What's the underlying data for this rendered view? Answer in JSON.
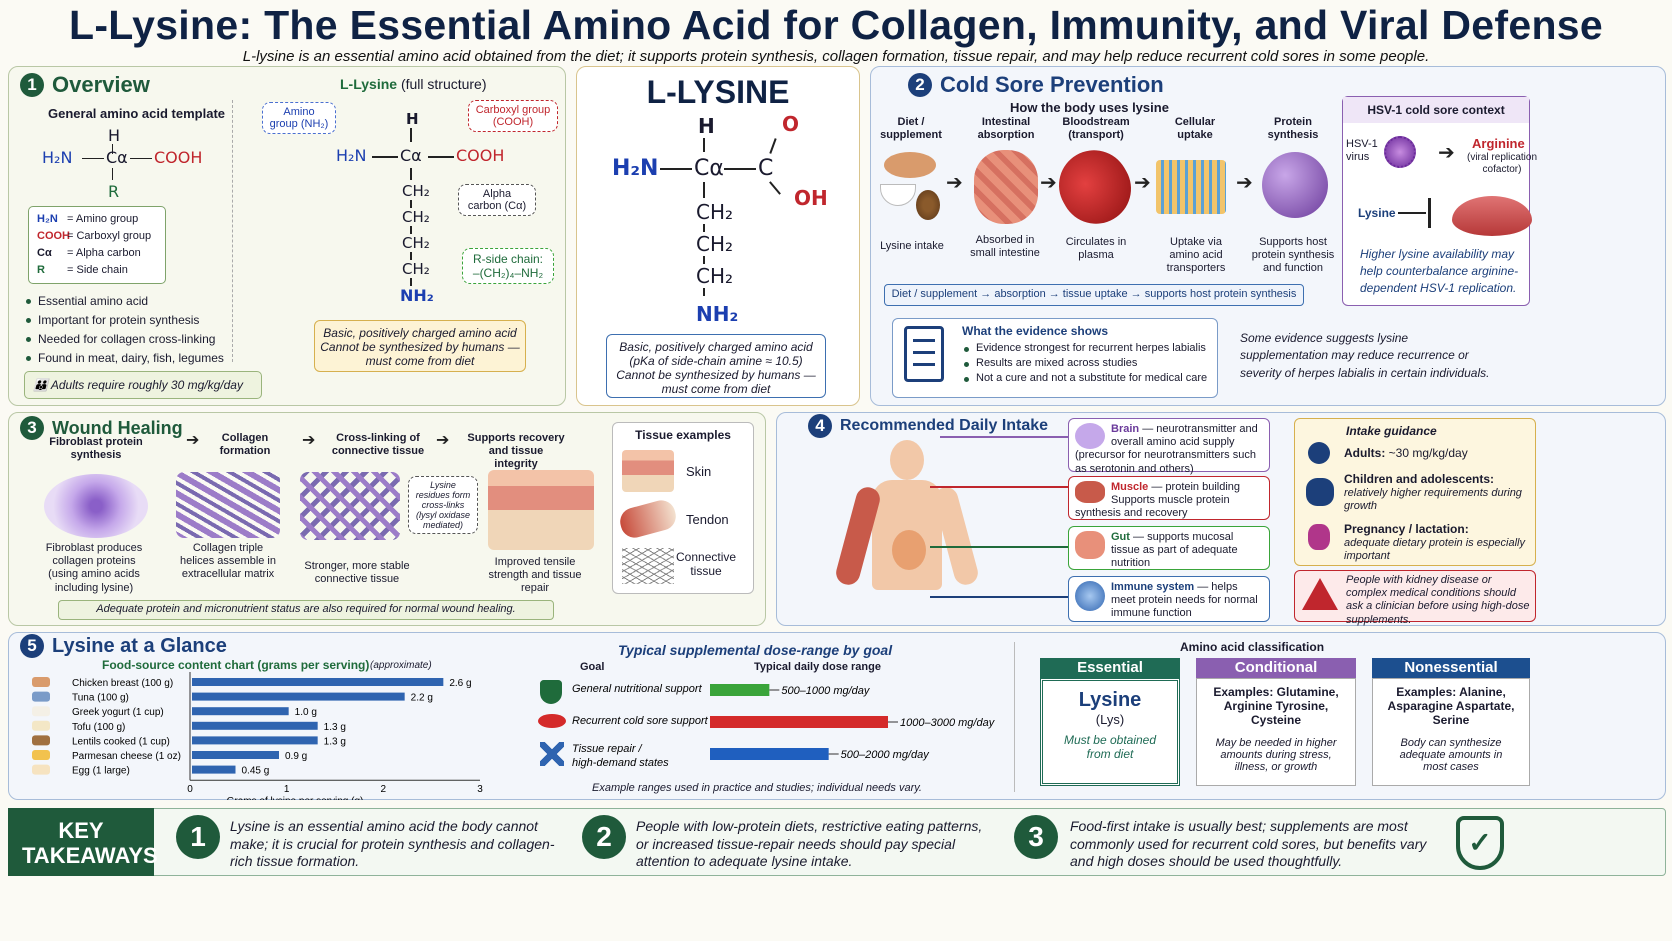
{
  "header": {
    "title": "L-Lysine: The Essential Amino Acid for Collagen, Immunity, and Viral Defense",
    "subtitle": "L-lysine is an essential amino acid obtained from the diet; it supports protein synthesis, collagen formation, tissue repair, and may help reduce recurrent cold sores in some people."
  },
  "overview": {
    "num": "1",
    "title": "Overview",
    "template_title": "General amino acid template",
    "legend": [
      {
        "sym": "H₂N",
        "text": "= Amino group"
      },
      {
        "sym": "COOH",
        "text": "= Carboxyl group"
      },
      {
        "sym": "Cα",
        "text": "= Alpha carbon"
      },
      {
        "sym": "R",
        "text": "= Side chain"
      }
    ],
    "bullets": [
      "Essential amino acid",
      "Important for protein synthesis",
      "Needed for collagen cross-linking",
      "Found in meat, dairy, fish, legumes"
    ],
    "adults_note": "Adults require roughly 30 mg/kg/day",
    "full_title_bold": "L-Lysine",
    "full_title_rest": "(full structure)",
    "amino_label": "Amino group (NH₂)",
    "carboxyl_label": "Carboxyl group (COOH)",
    "alpha_label": "Alpha carbon (Cα)",
    "r_label": "R-side chain: –(CH₂)₄–NH₂",
    "basic_note": "Basic, positively charged amino acid Cannot be synthesized by humans — must come from diet"
  },
  "center": {
    "title": "L-LYSINE",
    "note": "Basic, positively charged amino acid (pKa of side-chain amine ≈ 10.5) Cannot be synthesized by humans — must come from diet"
  },
  "cold_sore": {
    "num": "2",
    "title": "Cold Sore Prevention",
    "flow_title": "How the body uses lysine",
    "steps": [
      {
        "top": "Diet / supplement",
        "bottom": "Lysine intake"
      },
      {
        "top": "Intestinal absorption",
        "bottom": "Absorbed in small intestine"
      },
      {
        "top": "Bloodstream (transport)",
        "bottom": "Circulates in plasma"
      },
      {
        "top": "Cellular uptake",
        "bottom": "Uptake via amino acid transporters"
      },
      {
        "top": "Protein synthesis",
        "bottom": "Supports host protein synthesis and function"
      }
    ],
    "flow_summary": "Diet / supplement → absorption → tissue uptake → supports host protein synthesis",
    "evidence_title": "What the evidence shows",
    "evidence": [
      "Evidence strongest for recurrent herpes labialis",
      "Results are mixed across studies",
      "Not a cure and not a substitute for medical care"
    ],
    "evidence_note": "Some evidence suggests lysine supplementation may reduce recurrence or severity of herpes labialis in certain individuals.",
    "hsv_title": "HSV-1 cold sore context",
    "hsv_virus": "HSV-1 virus",
    "arginine": "Arginine",
    "arginine_sub": "(viral replication cofactor)",
    "lysine": "Lysine",
    "hsv_note": "Higher lysine availability may help counterbalance arginine-dependent HSV-1 replication."
  },
  "wound": {
    "num": "3",
    "title": "Wound Healing",
    "steps": [
      {
        "top": "Fibroblast protein synthesis",
        "bottom": "Fibroblast produces collagen proteins (using amino acids including lysine)"
      },
      {
        "top": "Collagen formation",
        "bottom": "Collagen triple helices assemble in extracellular matrix"
      },
      {
        "top": "Cross-linking of connective tissue",
        "bottom": "Stronger, more stable connective tissue"
      },
      {
        "top": "Supports recovery and tissue integrity",
        "bottom": "Improved tensile strength and tissue repair"
      }
    ],
    "crosslink_note": "Lysine residues form cross-links (lysyl oxidase mediated)",
    "tissue_title": "Tissue examples",
    "tissues": [
      "Skin",
      "Tendon",
      "Connective tissue"
    ],
    "footer": "Adequate protein and micronutrient status are also required for normal wound healing."
  },
  "intake": {
    "num": "4",
    "title": "Recommended Daily Intake",
    "organs": [
      {
        "name": "Brain",
        "text": "— neurotransmitter and overall amino acid supply (precursor for neurotransmitters such as serotonin and others)"
      },
      {
        "name": "Muscle",
        "text": "— protein building Supports muscle protein synthesis and recovery"
      },
      {
        "name": "Gut",
        "text": "— supports mucosal tissue as part of adequate nutrition"
      },
      {
        "name": "Immune system",
        "text": "— helps meet protein needs for normal immune function"
      }
    ],
    "guidance_title": "Intake guidance",
    "guidance": [
      {
        "bold": "Adults:",
        "text": "~30 mg/kg/day"
      },
      {
        "bold": "Children and adolescents:",
        "text": "relatively higher requirements during growth"
      },
      {
        "bold": "Pregnancy / lactation:",
        "text": "adequate dietary protein is especially important"
      }
    ],
    "warning": "People with kidney disease or complex medical conditions should ask a clinician before using high-dose supplements."
  },
  "glance": {
    "num": "5",
    "title": "Lysine at a Glance",
    "food_chart_title": "Food-source content chart (grams per serving)",
    "food_chart_note": "(approximate)",
    "dose_title": "Typical supplemental dose-range by goal",
    "dose_col_goal": "Goal",
    "dose_col_range": "Typical daily dose range",
    "dose_footer": "Example ranges used in practice and studies; individual needs vary.",
    "class_title": "Amino acid classification",
    "classes": [
      {
        "header": "Essential",
        "body_bold": "Lysine",
        "body_sub": "(Lys)",
        "body_note": "Must be obtained from diet",
        "color": "#1f6b55"
      },
      {
        "header": "Conditional",
        "body_bold": "Examples: Glutamine, Arginine Tyrosine, Cysteine",
        "body_note": "May be needed in higher amounts during stress, illness, or growth",
        "color": "#8a5fb0"
      },
      {
        "header": "Nonessential",
        "body_bold": "Examples: Alanine, Asparagine Aspartate, Serine",
        "body_note": "Body can synthesize adequate amounts in most cases",
        "color": "#1c4f8f"
      }
    ]
  },
  "chart_data": [
    {
      "type": "bar",
      "orientation": "horizontal",
      "categories": [
        "Chicken breast (100 g)",
        "Tuna (100 g)",
        "Greek yogurt (1 cup)",
        "Tofu (100 g)",
        "Lentils cooked (1 cup)",
        "Parmesan cheese (1 oz)",
        "Egg (1 large)"
      ],
      "values": [
        2.6,
        2.2,
        1.0,
        1.3,
        1.3,
        0.9,
        0.45
      ],
      "value_labels": [
        "2.6 g",
        "2.2 g",
        "1.0 g",
        "1.3 g",
        "1.3 g",
        "0.9 g",
        "0.45 g"
      ],
      "xlabel": "Grams of lysine per serving (g)",
      "xticks": [
        "0",
        "1",
        "2",
        "3"
      ],
      "xlim": [
        0,
        3
      ],
      "bar_color": "#2f64b0"
    },
    {
      "type": "bar",
      "orientation": "horizontal",
      "categories": [
        "General nutritional support",
        "Recurrent cold sore support",
        "Tissue repair / high-demand states"
      ],
      "ranges": [
        [
          500,
          1000
        ],
        [
          1000,
          3000
        ],
        [
          500,
          2000
        ]
      ],
      "range_labels": [
        "500–1000 mg/day",
        "1000–3000 mg/day",
        "500–2000 mg/day"
      ],
      "colors": [
        "#3aa43a",
        "#d42a2a",
        "#1f5fbf"
      ]
    }
  ],
  "takeaways": {
    "label": "KEY TAKEAWAYS",
    "items": [
      {
        "n": "1",
        "text": "Lysine is an essential amino acid the body cannot make; it is crucial for protein synthesis and collagen-rich tissue formation."
      },
      {
        "n": "2",
        "text": "People with low-protein diets, restrictive eating patterns, or increased tissue-repair needs should pay special attention to adequate lysine intake."
      },
      {
        "n": "3",
        "text": "Food-first intake is usually best; supplements are most commonly used for recurrent cold sores, but benefits vary and high doses should be used thoughtfully."
      }
    ]
  }
}
